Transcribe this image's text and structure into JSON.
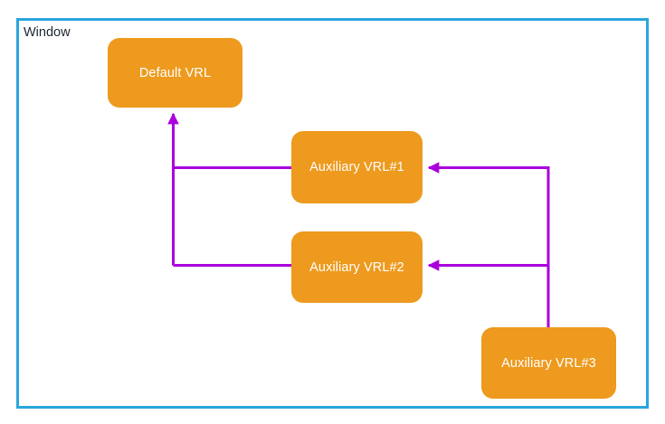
{
  "window": {
    "label": "Window",
    "border_color": "#2ba5de",
    "background": "#ffffff"
  },
  "theme": {
    "node_fill": "#ed9a1e",
    "node_text": "#ffffff",
    "edge_color": "#aa00dd",
    "label_text": "#1b2733"
  },
  "diagram": {
    "type": "flow-diagram",
    "nodes": [
      {
        "id": "default",
        "label": "Default VRL"
      },
      {
        "id": "aux1",
        "label": "Auxiliary VRL#1"
      },
      {
        "id": "aux2",
        "label": "Auxiliary VRL#2"
      },
      {
        "id": "aux3",
        "label": "Auxiliary VRL#3"
      }
    ],
    "edges": [
      {
        "id": "aux1-to-default",
        "from": "aux1",
        "to": "default",
        "arrow": "up"
      },
      {
        "id": "aux2-to-default",
        "from": "aux2",
        "to": "default",
        "arrow": "up"
      },
      {
        "id": "aux3-to-aux1",
        "from": "aux3",
        "to": "aux1",
        "arrow": "left"
      },
      {
        "id": "aux3-to-aux2",
        "from": "aux3",
        "to": "aux2",
        "arrow": "left"
      }
    ]
  }
}
